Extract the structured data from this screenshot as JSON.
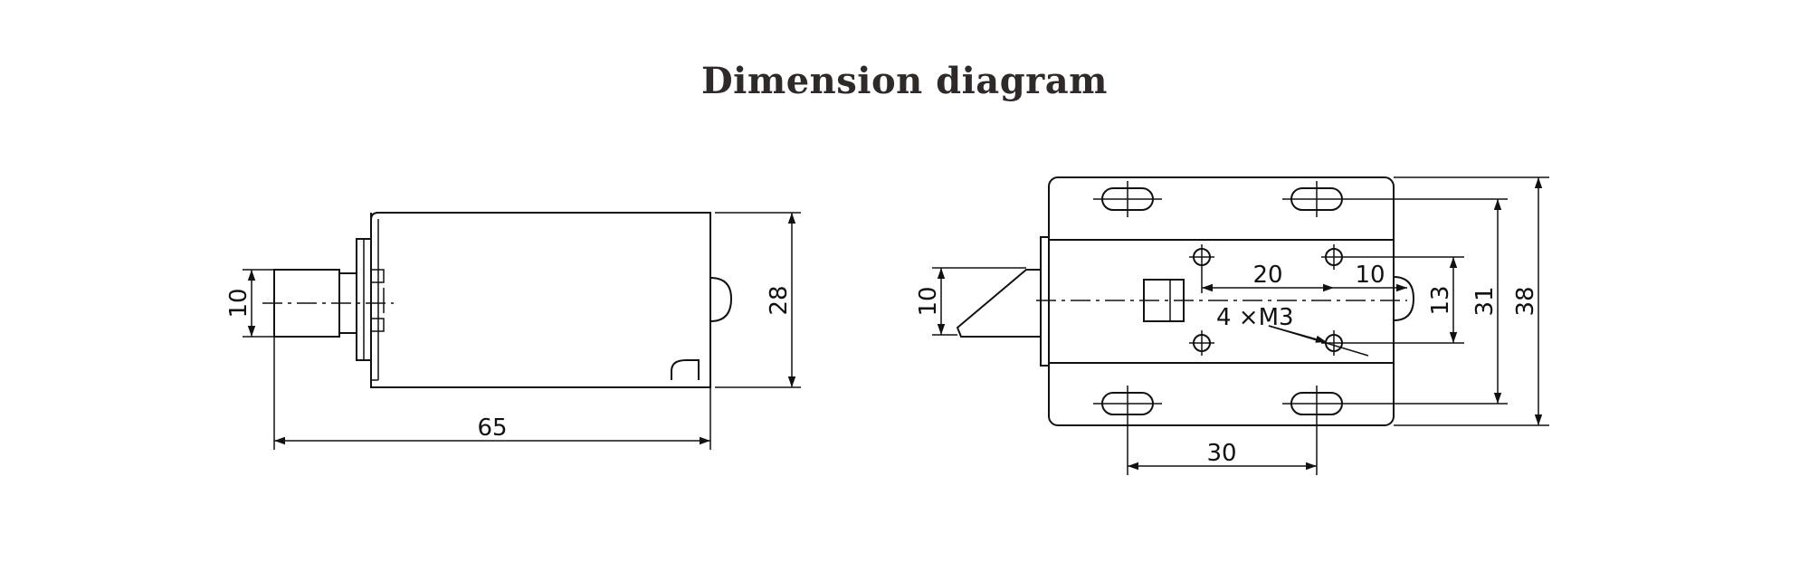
{
  "title": "Dimension diagram",
  "side_view": {
    "dims": {
      "plunger_diameter": "10",
      "height": "28",
      "length": "65"
    }
  },
  "front_view": {
    "dims": {
      "bolt_height": "10",
      "hole_spacing": "20",
      "hole_offset": "10",
      "hole_pitch": "13",
      "slot_pitch": "31",
      "overall_height": "38",
      "slot_spacing": "30",
      "mounting_holes": "4 ×M3"
    }
  }
}
